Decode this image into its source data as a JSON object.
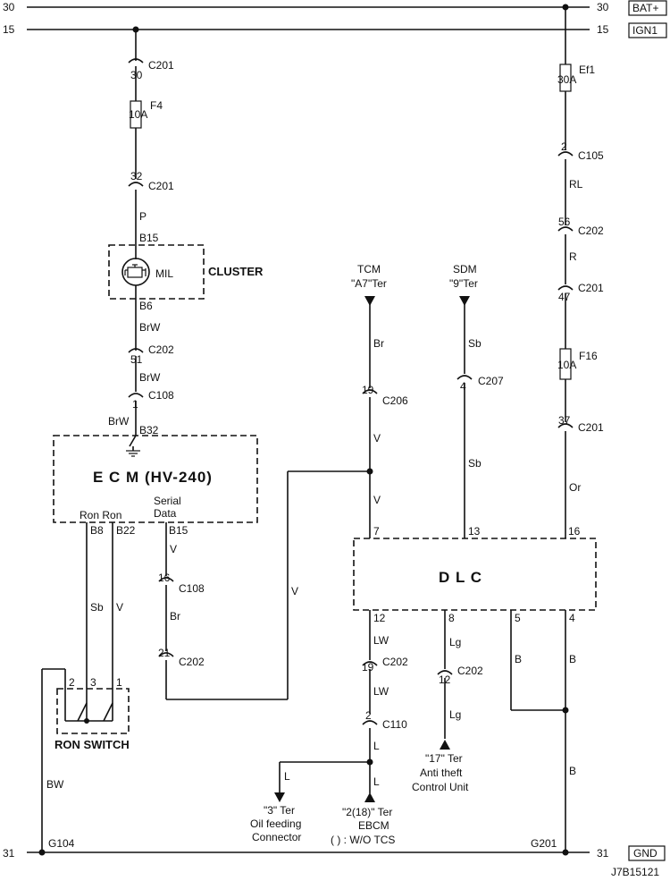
{
  "rails": {
    "top30_left": "30",
    "top30_right": "30",
    "top30_tag": "BAT+",
    "top15_left": "15",
    "top15_right": "15",
    "top15_tag": "IGN1",
    "bot31_left": "31",
    "bot31_right": "31",
    "bot31_tag": "GND"
  },
  "mil_branch": {
    "c201_top_pin": "30",
    "c201_top_name": "C201",
    "fuse_name": "F4",
    "fuse_rating": "10A",
    "c201_bot_pin": "32",
    "c201_bot_name": "C201",
    "wire1": "P",
    "pin_in": "B15",
    "lamp_label": "MIL",
    "cluster_label": "CLUSTER",
    "pin_out": "B6",
    "wire2": "BrW",
    "c202_pin": "51",
    "c202_name": "C202",
    "wire3": "BrW",
    "c108_pin": "1",
    "c108_name": "C108",
    "wire4": "BrW",
    "ecm_pin": "B32"
  },
  "ecm": {
    "title": "E C M  (HV-240)",
    "serial_line1": "Serial",
    "serial_line2": "Data",
    "ron_label": "Ron Ron",
    "pin_b8": "B8",
    "pin_b22": "B22",
    "pin_b15": "B15"
  },
  "ron_branch": {
    "wire_b8": "Sb",
    "wire_b22": "V",
    "sw_pin2": "2",
    "sw_pin3": "3",
    "sw_pin1": "1",
    "switch_label": "RON SWITCH",
    "ground_wire": "BW",
    "ground_name": "G104"
  },
  "serial_branch": {
    "wire1": "V",
    "c108_pin": "16",
    "c108_name": "C108",
    "wire2": "Br",
    "c202_pin": "21",
    "c202_name": "C202",
    "wire3": "V"
  },
  "tcm": {
    "title": "TCM",
    "terminal": "\"A7\"Ter",
    "wire1": "Br",
    "c206_pin": "19",
    "c206_name": "C206",
    "wire2": "V",
    "wire3": "V",
    "dlc_pin": "7"
  },
  "sdm": {
    "title": "SDM",
    "terminal": "\"9\"Ter",
    "wire1": "Sb",
    "c207_pin": "4",
    "c207_name": "C207",
    "wire2": "Sb",
    "dlc_pin": "13"
  },
  "bat_branch": {
    "fuse1_name": "Ef1",
    "fuse1_rating": "30A",
    "c105_pin": "2",
    "c105_name": "C105",
    "wire1": "RL",
    "c202_pin": "56",
    "c202_name": "C202",
    "wire2": "R",
    "c201_pin": "47",
    "c201_name": "C201",
    "fuse2_name": "F16",
    "fuse2_rating": "10A",
    "c201b_pin": "37",
    "c201b_name": "C201",
    "wire3": "Or",
    "dlc_pin": "16"
  },
  "dlc": {
    "title": "D L C",
    "pin12": "12",
    "pin8": "8",
    "pin5": "5",
    "pin4": "4"
  },
  "dlc_bottom": {
    "wire12a": "LW",
    "c202_pin": "19",
    "c202_name": "C202",
    "wire12b": "LW",
    "c110_pin": "2",
    "c110_name": "C110",
    "wire12c": "L",
    "wire12d": "L",
    "wire12e": "L",
    "oil_line1": "\"3\" Ter",
    "oil_line2": "Oil feeding",
    "oil_line3": "Connector",
    "ebcm_line1": "\"2(18)\" Ter",
    "ebcm_line2": "EBCM",
    "ebcm_line3": "( ) : W/O TCS",
    "wire8a": "Lg",
    "c202b_pin": "12",
    "c202b_name": "C202",
    "wire8b": "Lg",
    "anti_line1": "\"17\" Ter",
    "anti_line2": "Anti theft",
    "anti_line3": "Control Unit",
    "wire5": "B",
    "wire4": "B",
    "wire_gnd": "B",
    "ground_name": "G201"
  },
  "footer": {
    "code": "J7B15121"
  }
}
